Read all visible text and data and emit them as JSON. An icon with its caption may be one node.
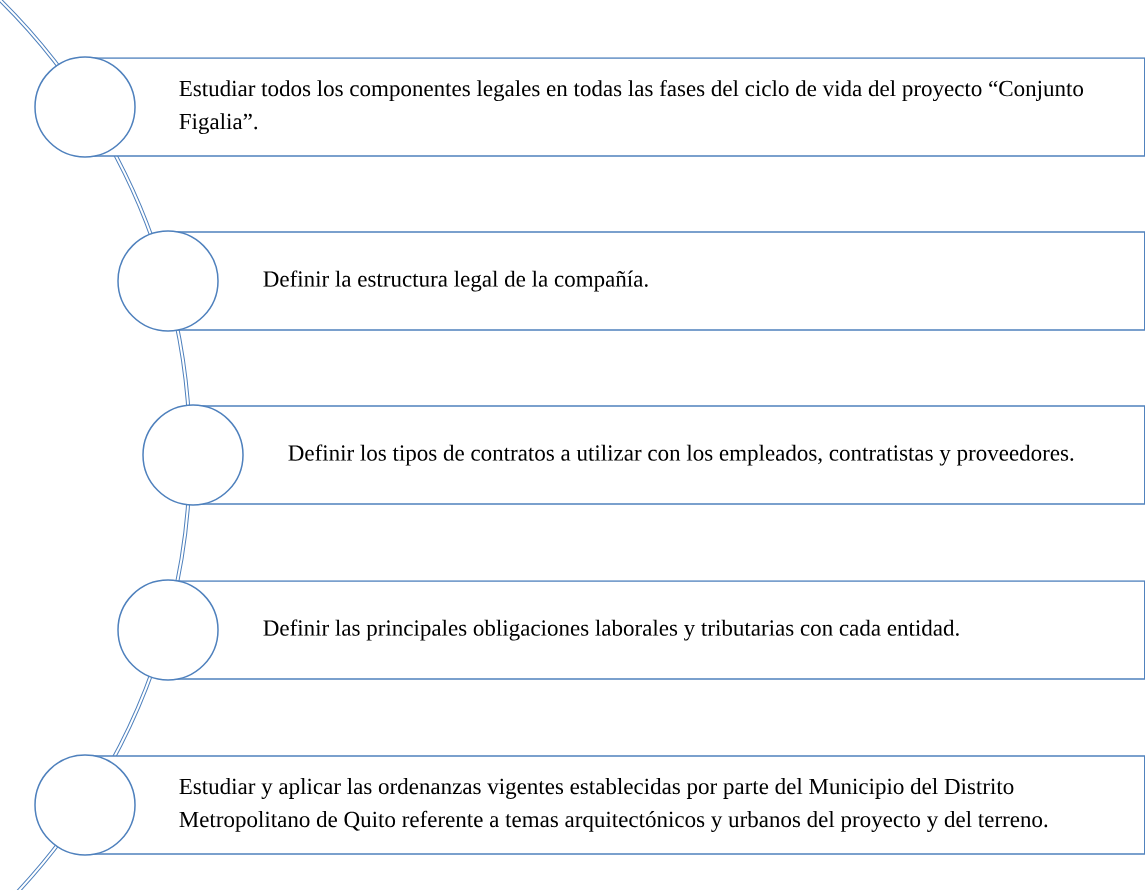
{
  "diagram": {
    "nodes": [
      {
        "text": [],
        "shape": "circle"
      },
      {
        "text": [
          "Estudiar todos los componentes legales en todas las fases del ciclo de vida del proyecto “Conjunto Figalia”."
        ]
      },
      {
        "text": [],
        "shape": "circle"
      },
      {
        "text": [
          "Definir la estructura legal de la compañía."
        ]
      },
      {
        "text": [],
        "shape": "circle"
      },
      {
        "text": [
          "Definir los tipos de contratos a utilizar con los empleados, contratistas y proveedores."
        ]
      },
      {
        "text": [],
        "shape": "circle"
      },
      {
        "text": [
          "Definir las principales obligaciones laborales y tributarias con cada entidad."
        ]
      },
      {
        "text": [],
        "shape": "circle"
      },
      {
        "text": [
          "Estudiar y aplicar las ordenanzas vigentes establecidas por parte del Municipio del Distrito Metropolitano de Quito referente a temas arquitectónicos y urbanos del proyecto y del terreno."
        ]
      }
    ]
  }
}
